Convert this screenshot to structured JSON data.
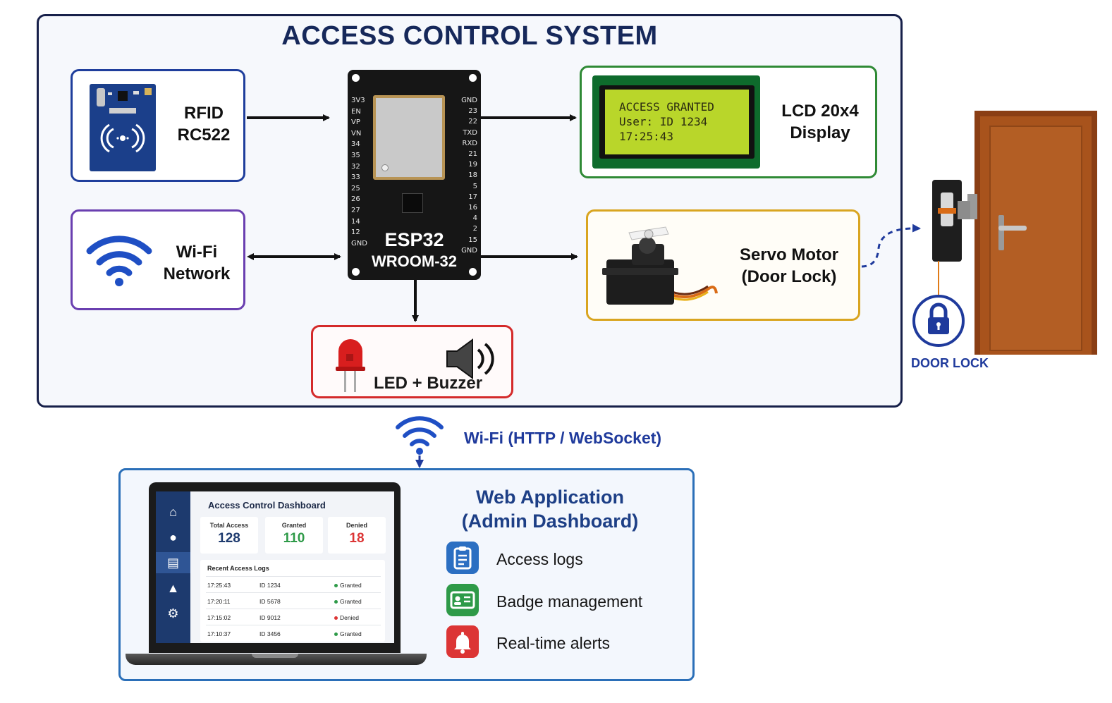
{
  "diagram": {
    "title": "ACCESS CONTROL SYSTEM",
    "rfid": {
      "line1": "RFID",
      "line2": "RC522",
      "icon": "rfid-reader-icon"
    },
    "wifi": {
      "line1": "Wi-Fi",
      "line2": "Network",
      "icon": "wifi-icon"
    },
    "esp32": {
      "name": "ESP32",
      "model": "WROOM-32",
      "left_pins": [
        "3V3",
        "EN",
        "VP",
        "VN",
        "34",
        "35",
        "32",
        "33",
        "25",
        "26",
        "27",
        "14",
        "12",
        "GND"
      ],
      "right_pins": [
        "GND",
        "23",
        "22",
        "TXD",
        "RXD",
        "21",
        "19",
        "18",
        "5",
        "17",
        "16",
        "4",
        "2",
        "15",
        "GND"
      ]
    },
    "lcd": {
      "line1": "LCD 20x4",
      "line2": "Display",
      "screen_lines": [
        "ACCESS GRANTED",
        "User: ID 1234",
        "17:25:43"
      ]
    },
    "servo": {
      "line1": "Servo Motor",
      "line2": "(Door Lock)",
      "icon": "servo-motor-icon"
    },
    "led_buzzer": {
      "label": "LED + Buzzer",
      "icons": [
        "led-icon",
        "speaker-icon"
      ]
    },
    "door_lock_label": "DOOR LOCK",
    "wifi_link_label": "Wi-Fi (HTTP / WebSocket)"
  },
  "web_app": {
    "title_line1": "Web Application",
    "title_line2": "(Admin Dashboard)",
    "features": [
      {
        "label": "Access logs",
        "icon": "clipboard-icon",
        "color": "#2b6fc2"
      },
      {
        "label": "Badge management",
        "icon": "id-card-icon",
        "color": "#2e9a48"
      },
      {
        "label": "Real-time alerts",
        "icon": "bell-icon",
        "color": "#dc3535"
      }
    ]
  },
  "dashboard": {
    "title": "Access Control Dashboard",
    "sidebar_icons": [
      "home-icon",
      "user-icon",
      "id-card-icon",
      "bell-icon",
      "gear-icon"
    ],
    "stats": [
      {
        "label": "Total Access",
        "value": "128",
        "color": "#1d3a6e"
      },
      {
        "label": "Granted",
        "value": "110",
        "color": "#2e9a48"
      },
      {
        "label": "Denied",
        "value": "18",
        "color": "#dc3535"
      }
    ],
    "logs_title": "Recent Access Logs",
    "logs": [
      {
        "time": "17:25:43",
        "id": "ID 1234",
        "status": "Granted"
      },
      {
        "time": "17:20:11",
        "id": "ID 5678",
        "status": "Granted"
      },
      {
        "time": "17:15:02",
        "id": "ID 9012",
        "status": "Denied"
      },
      {
        "time": "17:10:37",
        "id": "ID 3456",
        "status": "Granted"
      }
    ]
  },
  "colors": {
    "granted": "#2e9a48",
    "denied": "#dc3535",
    "accent_blue": "#1f3a9c"
  }
}
